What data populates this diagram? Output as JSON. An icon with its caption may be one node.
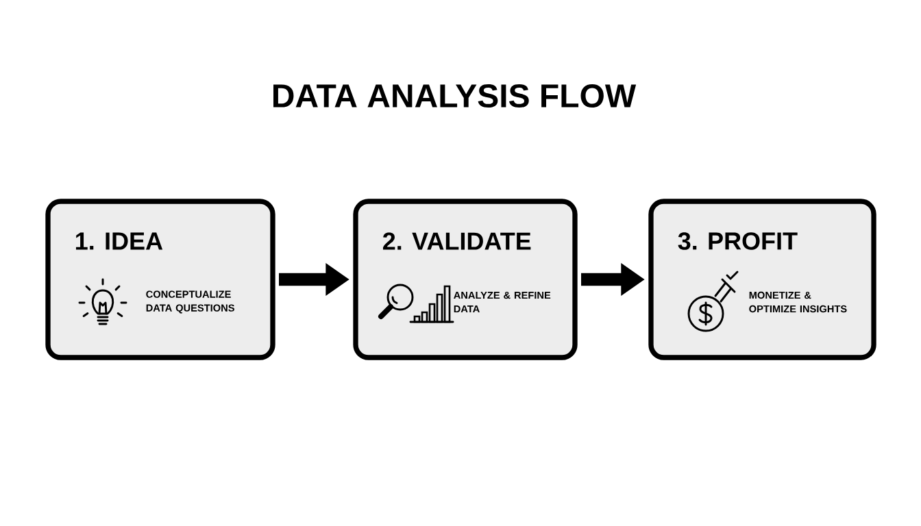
{
  "diagram": {
    "title": "DATA ANALYSIS FLOW",
    "nodes": [
      {
        "text": [
          "1. IDEA",
          "CONCEPTUALIZE DATA QUESTIONS"
        ]
      },
      {
        "text": [
          "2. VALIDATE",
          "ANALYZE & REFINE DATA"
        ]
      },
      {
        "text": [
          "3. PROFIT",
          "MONETIZE & OPTIMIZE INSIGHTS"
        ]
      }
    ],
    "edges": [
      {
        "from": 0,
        "to": 1,
        "arrow": "to"
      },
      {
        "from": 1,
        "to": 2,
        "arrow": "to"
      }
    ]
  }
}
